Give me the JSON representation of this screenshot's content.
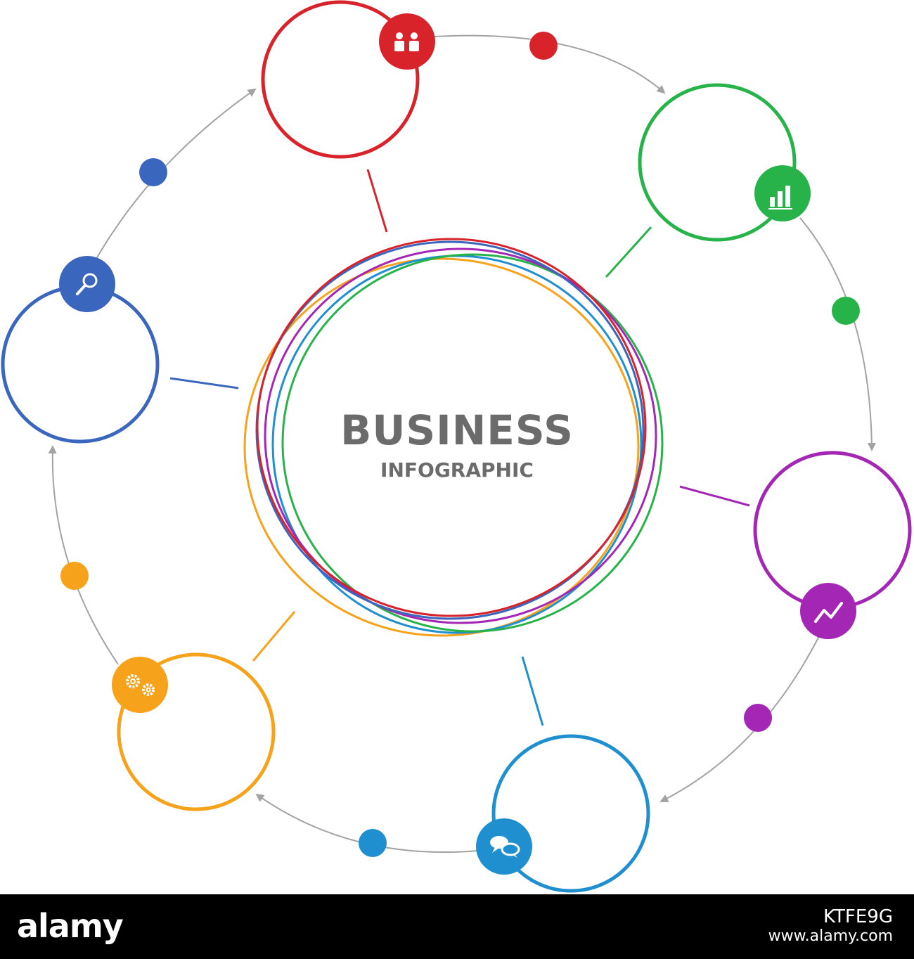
{
  "title": "BUSINESS",
  "subtitle": "INFOGRAPHIC",
  "colors": {
    "red": "#d9232b",
    "green": "#28b34a",
    "purple": "#a326b4",
    "cyan": "#1f8fcf",
    "orange": "#f7a21b",
    "blue": "#3a67bd",
    "arrow": "#a3a3a3",
    "text": "#6b6b6b"
  },
  "nodes": [
    {
      "name": "red",
      "icon": "people-icon"
    },
    {
      "name": "green",
      "icon": "bar-chart-icon"
    },
    {
      "name": "purple",
      "icon": "trend-line-icon"
    },
    {
      "name": "cyan",
      "icon": "chat-bubbles-icon"
    },
    {
      "name": "orange",
      "icon": "gears-icon"
    },
    {
      "name": "blue",
      "icon": "magnifier-icon"
    }
  ],
  "footer": {
    "logo": "alamy",
    "image_id": "KTFE9G",
    "site": "www.alamy.com"
  }
}
